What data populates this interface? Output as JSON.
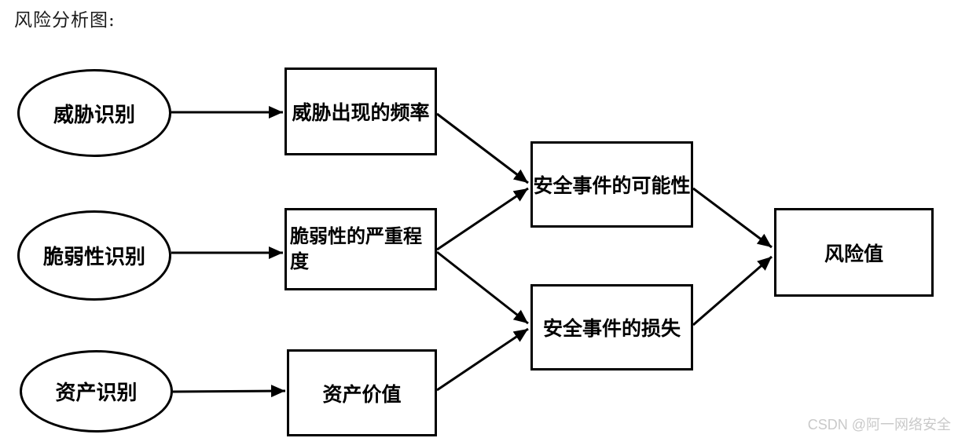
{
  "page": {
    "title": "风险分析图:",
    "watermark": "CSDN @阿一网络安全"
  },
  "diagram": {
    "nodes": {
      "threat_identification": {
        "label": "威胁识别",
        "shape": "ellipse"
      },
      "vulnerability_identification": {
        "label": "脆弱性识别",
        "shape": "ellipse"
      },
      "asset_identification": {
        "label": "资产识别",
        "shape": "ellipse"
      },
      "threat_frequency": {
        "label": "威胁出现的频率",
        "shape": "rect"
      },
      "vulnerability_severity": {
        "label": "脆弱性的严重程度",
        "shape": "rect"
      },
      "asset_value": {
        "label": "资产价值",
        "shape": "rect"
      },
      "incident_likelihood": {
        "label": "安全事件的可能性",
        "shape": "rect"
      },
      "incident_loss": {
        "label": "安全事件的损失",
        "shape": "rect"
      },
      "risk_value": {
        "label": "风险值",
        "shape": "rect"
      }
    },
    "edges": [
      {
        "from": "threat_identification",
        "to": "threat_frequency"
      },
      {
        "from": "vulnerability_identification",
        "to": "vulnerability_severity"
      },
      {
        "from": "asset_identification",
        "to": "asset_value"
      },
      {
        "from": "threat_frequency",
        "to": "incident_likelihood"
      },
      {
        "from": "vulnerability_severity",
        "to": "incident_likelihood"
      },
      {
        "from": "vulnerability_severity",
        "to": "incident_loss"
      },
      {
        "from": "asset_value",
        "to": "incident_loss"
      },
      {
        "from": "incident_likelihood",
        "to": "risk_value"
      },
      {
        "from": "incident_loss",
        "to": "risk_value"
      }
    ],
    "colors": {
      "stroke": "#000000",
      "node_fill": "#ffffff",
      "text": "#000000",
      "watermark": "#c9c9c9",
      "background": "#ffffff"
    }
  }
}
